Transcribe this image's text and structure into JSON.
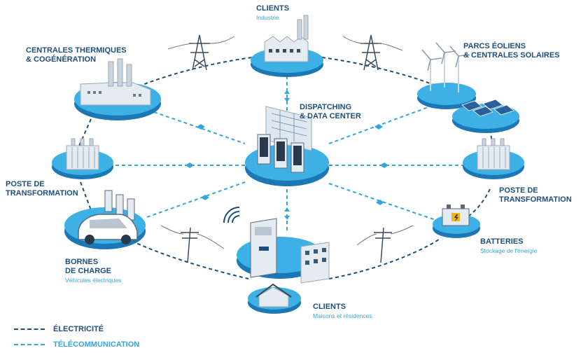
{
  "nodes": {
    "clients_industry": {
      "title": "CLIENTS",
      "subtitle": "Industrie"
    },
    "thermal": {
      "title_lines": [
        "CENTRALES THERMIQUES",
        "& COGÉNÉRATION"
      ]
    },
    "renewables": {
      "title_lines": [
        "PARCS ÉOLIENS",
        "& CENTRALES SOLAIRES"
      ]
    },
    "dispatching": {
      "title_lines": [
        "DISPATCHING",
        "& DATA CENTER"
      ]
    },
    "substation_left": {
      "title_lines": [
        "POSTE DE",
        "TRANSFORMATION"
      ]
    },
    "substation_right": {
      "title_lines": [
        "POSTE DE",
        "TRANSFORMATION"
      ]
    },
    "charging": {
      "title_lines": [
        "BORNES",
        "DE CHARGE"
      ],
      "subtitle": "Véhicules électriques"
    },
    "batteries": {
      "title": "BATTERIES",
      "subtitle": "Stockage de l'énergie"
    },
    "clients_homes": {
      "title": "CLIENTS",
      "subtitle": "Maisons et résidences"
    }
  },
  "legend": {
    "electricity": "ÉLECTRICITÉ",
    "telecom": "TÉLÉCOMMUNICATION"
  },
  "colors": {
    "electricity_line": "#1d4f7a",
    "telecom_line": "#35a6dc",
    "platform": "#2a9fd8",
    "platform_top": "#3db0e6",
    "building": "#e4ebf1",
    "dark_text": "#1d4f7a",
    "accent_text": "#35a6dc"
  }
}
